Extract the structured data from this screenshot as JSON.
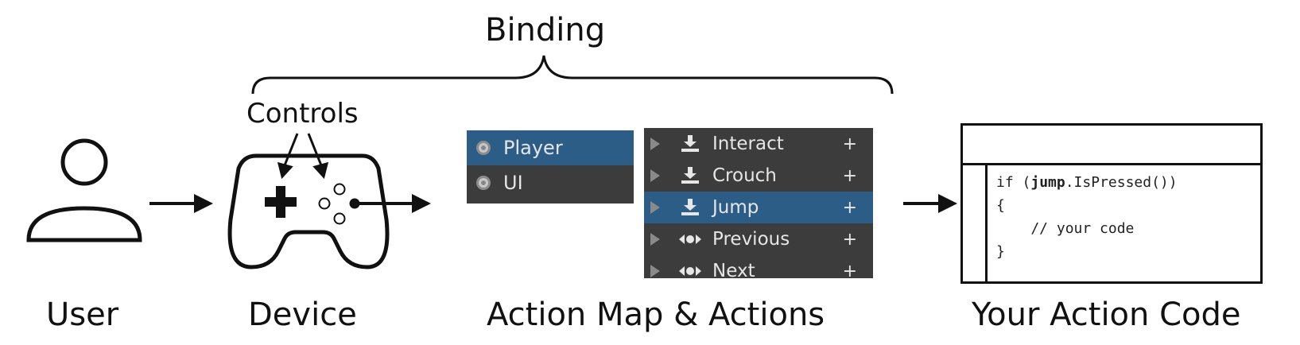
{
  "labels": {
    "binding": "Binding",
    "controls": "Controls",
    "user": "User",
    "device": "Device",
    "action_map": "Action Map & Actions",
    "action_code": "Your Action Code"
  },
  "action_maps": [
    {
      "label": "Player",
      "selected": true
    },
    {
      "label": "UI",
      "selected": false
    }
  ],
  "actions": [
    {
      "label": "Interact",
      "icon": "button-action-icon",
      "selected": false
    },
    {
      "label": "Crouch",
      "icon": "button-action-icon",
      "selected": false
    },
    {
      "label": "Jump",
      "icon": "button-action-icon",
      "selected": true
    },
    {
      "label": "Previous",
      "icon": "axis-action-icon",
      "selected": false
    },
    {
      "label": "Next",
      "icon": "axis-action-icon",
      "selected": false
    }
  ],
  "add_symbol": "+",
  "code": {
    "line1_prefix": "if (",
    "line1_keyword": "jump",
    "line1_suffix": ".IsPressed())",
    "line2": "{",
    "line3": "    // your code",
    "line4": "}"
  },
  "colors": {
    "panel_bg": "#3c3c3c",
    "selected_bg": "#2c5d87",
    "panel_text": "#e6e6e6"
  }
}
